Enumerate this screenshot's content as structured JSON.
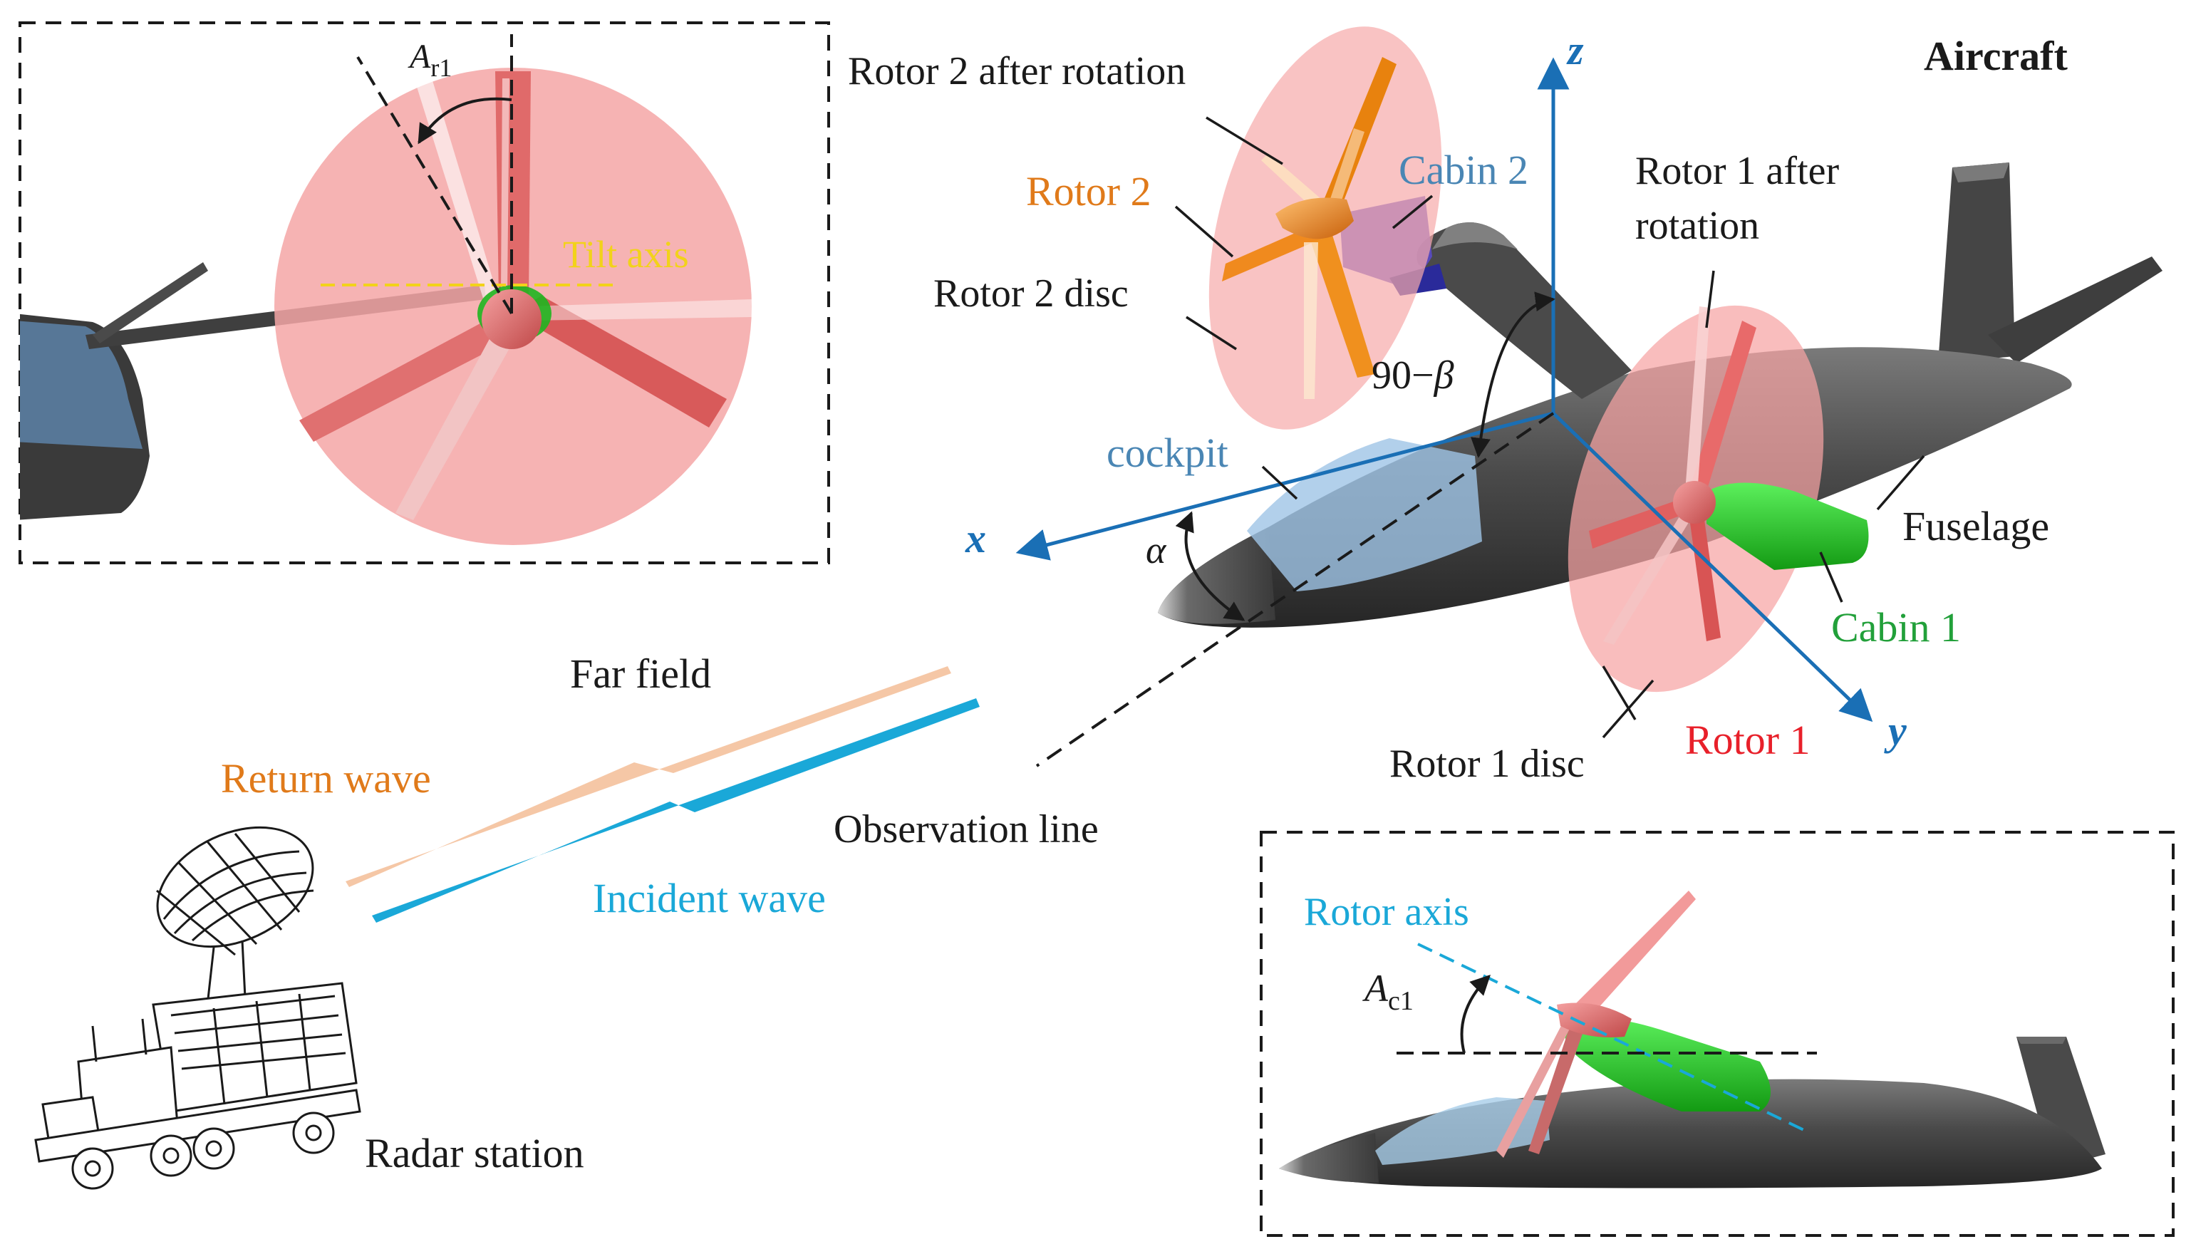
{
  "colors": {
    "black": "#1a1a1a",
    "orange": "#e07a1a",
    "red": "#e8202a",
    "green": "#22a03a",
    "steel_blue": "#4a86b4",
    "axis_blue": "#1a6fb5",
    "cyan": "#1aa8d8",
    "yellow": "#f2d21a",
    "peach": "#f5c7a6",
    "disc_pink": "#f7a3a3",
    "fuselage_dark": "#3c3c3c",
    "fuselage_light": "#6a6a6a",
    "canopy": "#a8c8e8",
    "cabin1": "#1fd11f",
    "cabin2": "#5a4ac8",
    "rotor2": "#f08a1e"
  },
  "labels": {
    "title": "Aircraft",
    "inset_angle_symbol": "A",
    "inset_angle_sub": "r1",
    "tilt_axis": "Tilt axis",
    "rotor2_after": "Rotor 2 after rotation",
    "rotor2": "Rotor 2",
    "cabin2": "Cabin 2",
    "rotor2_disc": "Rotor 2 disc",
    "rotor1_after_line1": "Rotor 1 after",
    "rotor1_after_line2": "rotation",
    "angle_90_beta": "90−",
    "beta": "β",
    "cockpit": "cockpit",
    "fuselage": "Fuselage",
    "alpha": "α",
    "cabin1": "Cabin 1",
    "far_field": "Far field",
    "return_wave": "Return wave",
    "incident_wave": "Incident wave",
    "observation_line": "Observation line",
    "rotor1_disc": "Rotor 1 disc",
    "rotor1": "Rotor 1",
    "radar_station": "Radar station",
    "rotor_axis": "Rotor axis",
    "cone_angle_symbol": "A",
    "cone_angle_sub": "c1",
    "axis_x": "x",
    "axis_y": "y",
    "axis_z": "z"
  }
}
